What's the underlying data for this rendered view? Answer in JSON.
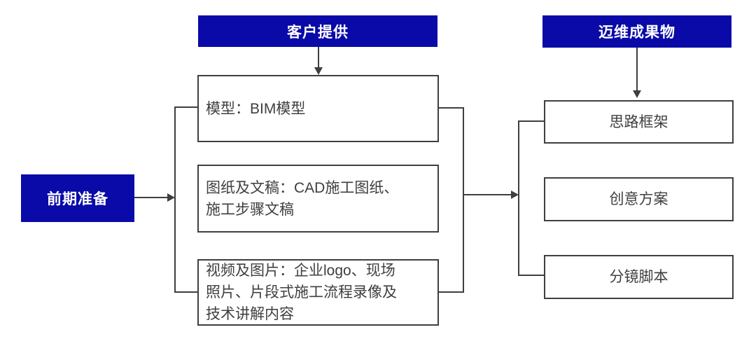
{
  "diagram": {
    "colors": {
      "accent_blue": "#0a0aa8",
      "line_gray": "#3f3f3f",
      "text_gray": "#3f3f3f"
    },
    "stage_label": "前期准备",
    "headers": {
      "client": "客户提供",
      "deliverables": "迈维成果物"
    },
    "client_items": [
      "模型：BIM模型",
      "图纸及文稿：CAD施工图纸、\n施工步骤文稿",
      "视频及图片：企业logo、现场\n照片、片段式施工流程录像及\n技术讲解内容"
    ],
    "deliverable_items": [
      "思路框架",
      "创意方案",
      "分镜脚本"
    ]
  }
}
